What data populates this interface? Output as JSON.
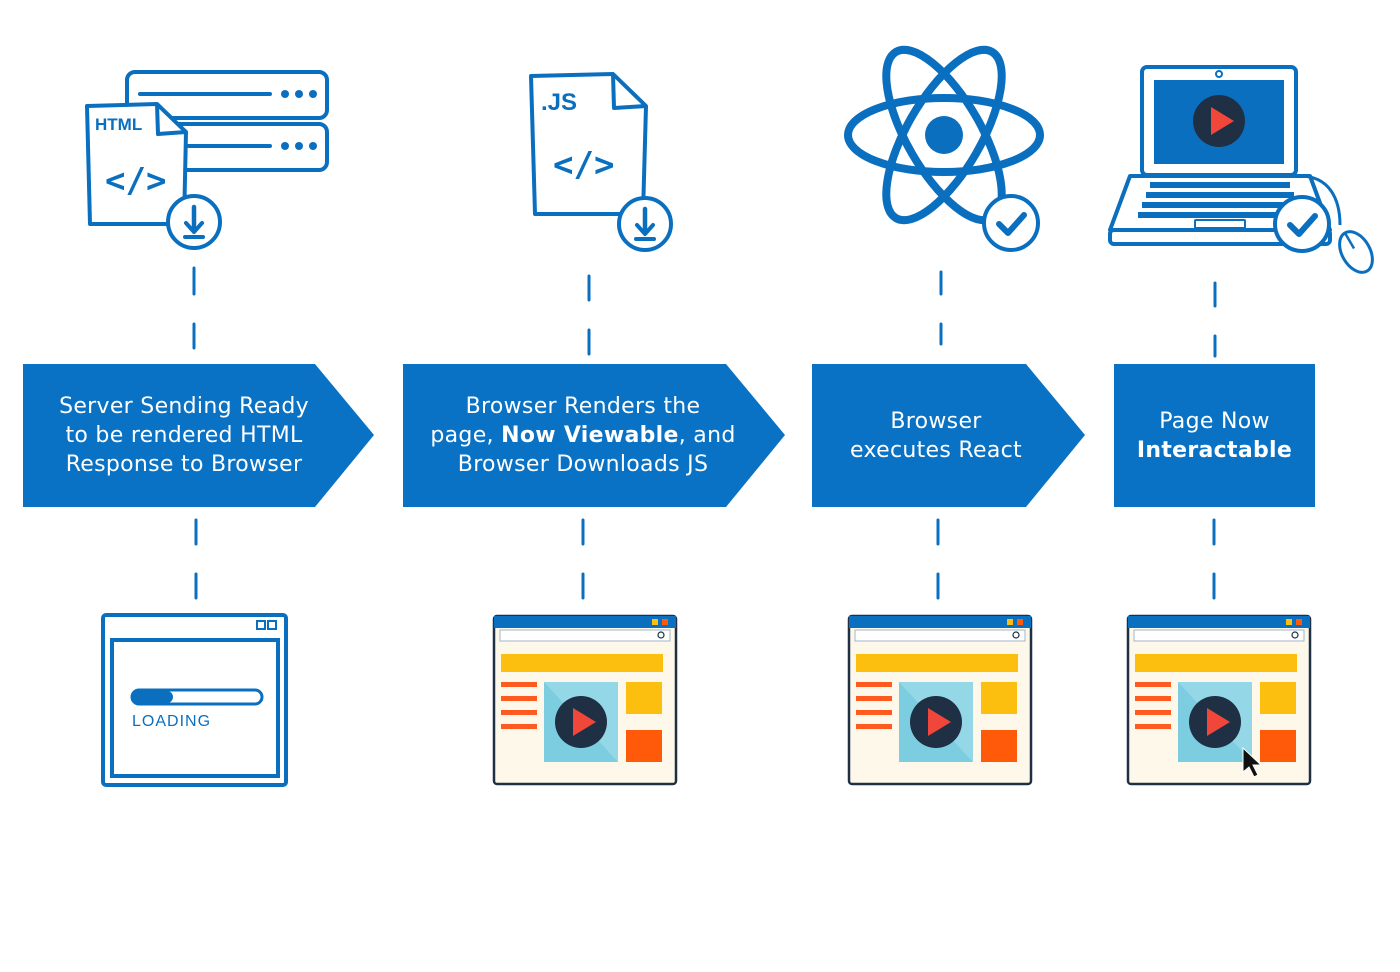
{
  "colors": {
    "primary_blue": "#0b6fc0",
    "banner_blue": "#0a72c4",
    "yellow": "#fdbf0f",
    "orange": "#ff5a0a",
    "red_line": "#ff5a1f",
    "light_blue": "#7dcde0",
    "dark_navy": "#1f2f44",
    "play_red": "#f0473a",
    "window_bg": "#fdf8ea"
  },
  "steps": [
    {
      "icon_top": "server-html-download-icon",
      "icon_top_label": "HTML",
      "lines": [
        [
          "Server Sending Ready"
        ],
        [
          "to be rendered HTML"
        ],
        [
          "Response to Browser"
        ]
      ],
      "icon_bottom": "loading-window-icon",
      "loading_label": "LOADING"
    },
    {
      "icon_top": "js-file-download-icon",
      "icon_top_label": ".JS",
      "line1": "Browser Renders the",
      "line2_pre": "page, ",
      "line2_bold": "Now Viewable",
      "line2_post": ", and",
      "line3": "Browser Downloads JS",
      "icon_bottom": "rendered-page-window-icon"
    },
    {
      "icon_top": "react-atom-check-icon",
      "line1": "Browser",
      "line2": "executes React",
      "icon_bottom": "rendered-page-window-icon"
    },
    {
      "icon_top": "laptop-play-check-icon",
      "line1": "Page Now",
      "line2_bold": "Interactable",
      "icon_bottom": "interactive-page-window-icon"
    }
  ]
}
